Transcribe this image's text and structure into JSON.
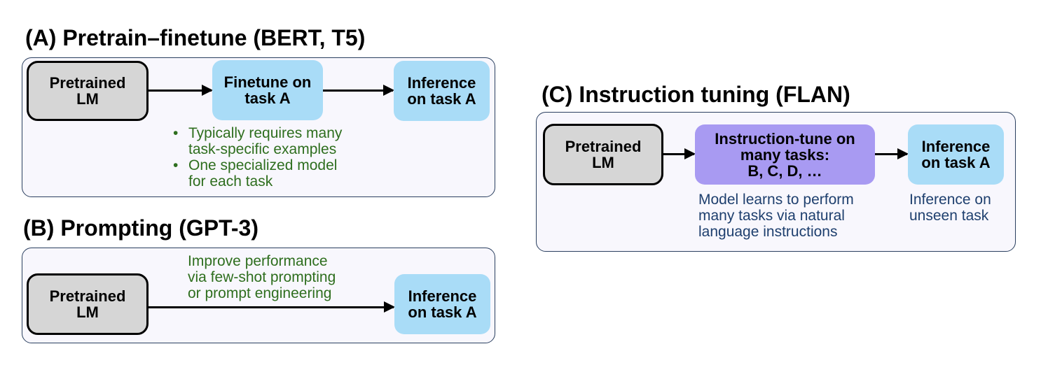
{
  "panel_a": {
    "title": "(A) Pretrain–finetune (BERT, T5)",
    "pretrained_box": [
      "Pretrained",
      "LM"
    ],
    "finetune_box": [
      "Finetune on",
      "task A"
    ],
    "inference_box": [
      "Inference",
      "on task A"
    ],
    "bullets": [
      [
        "Typically requires many",
        "task-specific examples"
      ],
      [
        "One specialized model",
        "for each task"
      ]
    ]
  },
  "panel_b": {
    "title": "(B) Prompting (GPT-3)",
    "pretrained_box": [
      "Pretrained",
      "LM"
    ],
    "note": [
      "Improve performance",
      "via few-shot prompting",
      "or prompt engineering"
    ],
    "inference_box": [
      "Inference",
      "on task A"
    ]
  },
  "panel_c": {
    "title": "(C) Instruction tuning (FLAN)",
    "pretrained_box": [
      "Pretrained",
      "LM"
    ],
    "instruction_box": [
      "Instruction-tune on",
      "many tasks:",
      "B, C, D, …"
    ],
    "inference_box": [
      "Inference",
      "on task A"
    ],
    "instruction_note": [
      "Model learns to perform",
      "many tasks via natural",
      "language instructions"
    ],
    "inference_note": [
      "Inference on",
      "unseen task"
    ]
  },
  "colors": {
    "gray_box": "#d6d6d6",
    "blue_box": "#a9dcf7",
    "purple_box": "#a89af2",
    "green_text": "#2e6e1e",
    "navy_text": "#1e3f6e",
    "panel_border": "#2a3f5f",
    "panel_fill": "#f8f7fd"
  }
}
